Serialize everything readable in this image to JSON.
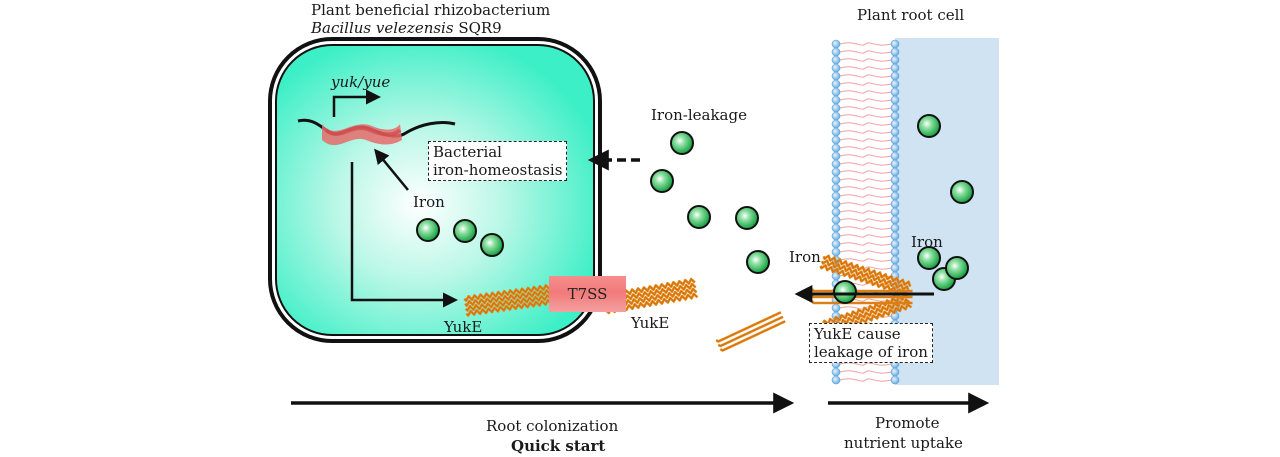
{
  "bacterium": {
    "title_line1": "Plant beneficial rhizobacterium",
    "title_line2_italic": "Bacillus velezensis",
    "title_line2_strain": " SQR9",
    "gene_label": "yuk/yue",
    "iron_label": "Iron",
    "yuke_inside_label": "YukE",
    "homeostasis_box": [
      "Bacterial",
      "iron-homeostasis"
    ],
    "secretion_system_label": "T7SS",
    "yuke_outside_label": "YukE"
  },
  "extracellular": {
    "iron_leakage_label": "Iron-leakage",
    "iron_label": "Iron"
  },
  "root_cell": {
    "title": "Plant root cell",
    "iron_label": "Iron",
    "leakage_box": [
      "YukE cause",
      "leakage of iron"
    ]
  },
  "timeline": {
    "phase1_label": "Root colonization",
    "phase1_sub": "Quick start",
    "phase2_label": [
      "Promote",
      "nutrient uptake"
    ]
  },
  "colors": {
    "bacterium_fill": "#3ef0c8",
    "iron_ball": "#1fa84a",
    "root_cytoplasm": "#cfe3f2",
    "membrane_head": "#7fb8e6",
    "protein": "#e8891a",
    "gene_highlight": "#e86b6b"
  }
}
